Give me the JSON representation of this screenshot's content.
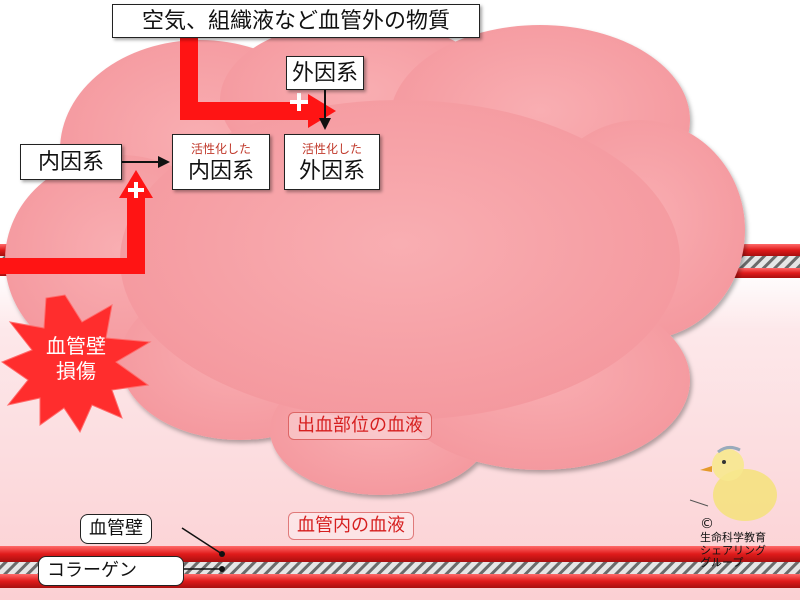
{
  "title_box": "空気、組織液など血管外の物質",
  "extrinsic": "外因系",
  "intrinsic": "内因系",
  "activated_prefix": "活性化した",
  "activated_intrinsic": "内因系",
  "activated_extrinsic": "外因系",
  "plus_sign": "+",
  "injury_label": [
    "血管壁",
    "損傷"
  ],
  "bleeding_site_label": "出血部位の血液",
  "vessel_blood_label": "血管内の血液",
  "vessel_wall_label": "血管壁",
  "collagen_label": "コラーゲン",
  "credit": [
    "©",
    "生命科学教育",
    "シェアリング",
    "グループ"
  ],
  "colors": {
    "cloud": "#f7a1a6",
    "vessel_red": "#e01b1b",
    "arrow_red": "#ff1414",
    "bg_pink": "#fde2e4"
  }
}
